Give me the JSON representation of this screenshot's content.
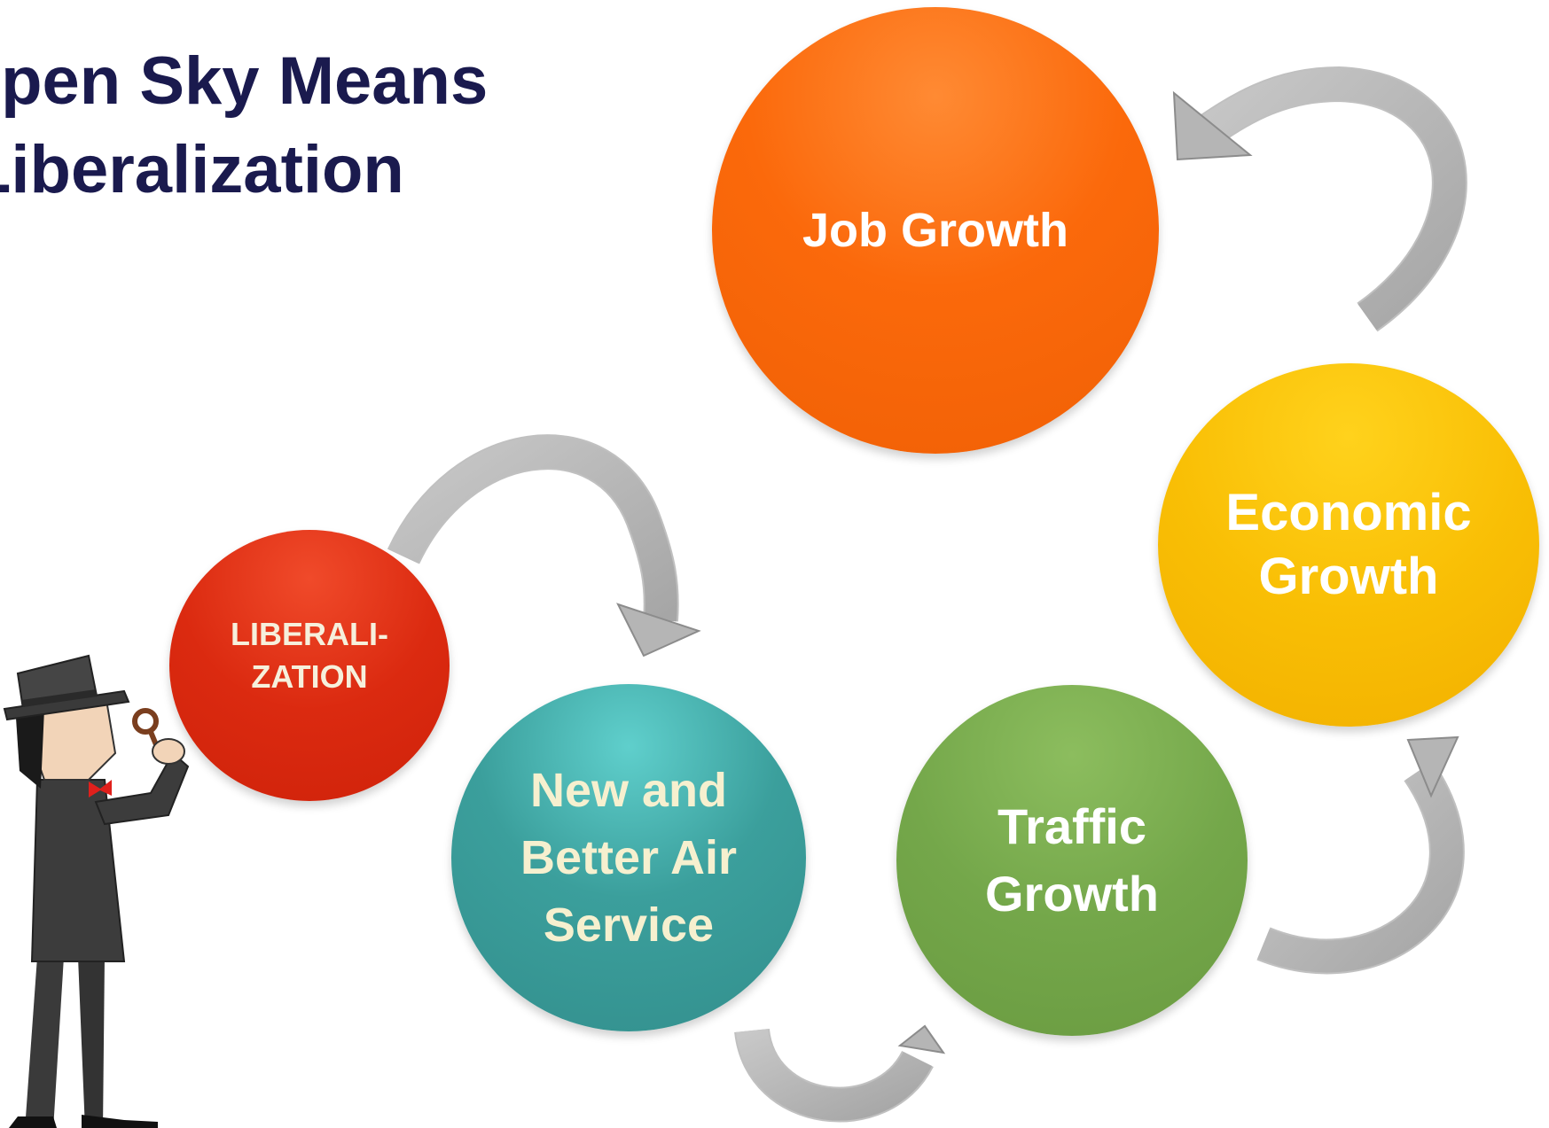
{
  "title": {
    "line1": "Open Sky Means",
    "line2": "Liberalization"
  },
  "circles": {
    "job_growth": "Job Growth",
    "economic_growth": [
      "Economic",
      "Growth"
    ],
    "traffic_growth": [
      "Traffic",
      "Growth"
    ],
    "new_better_air_service": [
      "New and",
      "Better Air",
      "Service"
    ],
    "liberalization": [
      "LIBERALI-",
      "ZATION"
    ]
  },
  "colors": {
    "title": "#1a1a4e",
    "job_growth": "#fb690b",
    "economic_growth": "#f9bf05",
    "traffic_growth": "#74a74a",
    "new_better_air_service": "#3b9f9c",
    "liberalization": "#db2a10",
    "arrow": "#b3b3b3",
    "service_text": "#f6f0cf"
  },
  "illustration": "detective-with-magnifying-glass"
}
